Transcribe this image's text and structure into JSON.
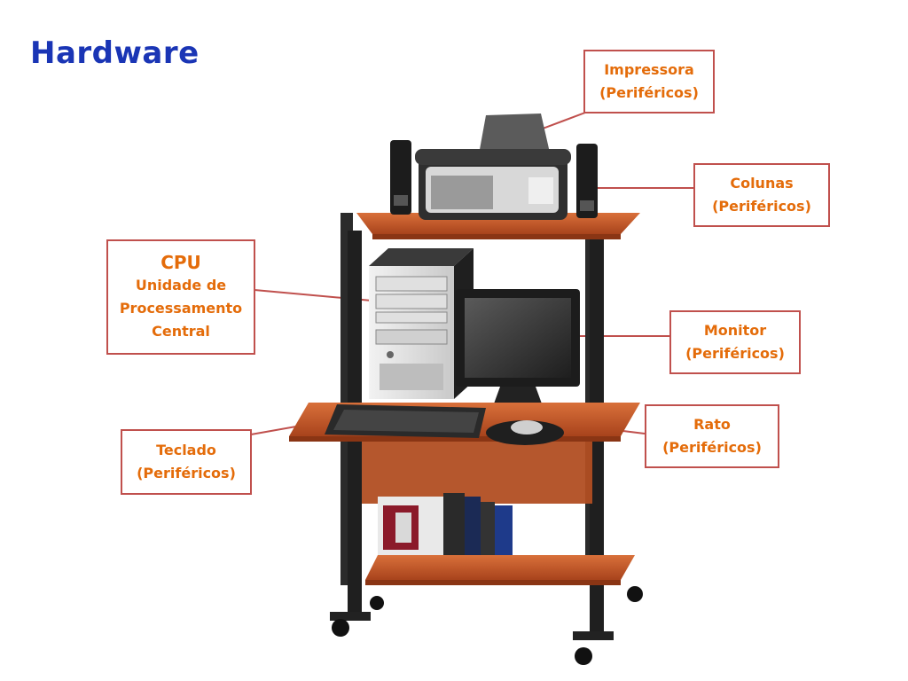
{
  "slide": {
    "title": "Hardware"
  },
  "callouts": {
    "impressora": {
      "name": "Impressora",
      "type": "(Periféricos)"
    },
    "colunas": {
      "name": "Colunas",
      "type": "(Periféricos)"
    },
    "cpu": {
      "name": "CPU",
      "line1": "Unidade de",
      "line2": "Processamento",
      "line3": "Central"
    },
    "monitor": {
      "name": "Monitor",
      "type": "(Periféricos)"
    },
    "rato": {
      "name": "Rato",
      "type": "(Periféricos)"
    },
    "teclado": {
      "name": "Teclado",
      "type": "(Periféricos)"
    }
  },
  "colors": {
    "title": "#1a35b5",
    "callout_border": "#c0504d",
    "callout_text": "#e46c0a",
    "desk_wood": "#c65a2a",
    "desk_frame": "#2b2b2b"
  }
}
